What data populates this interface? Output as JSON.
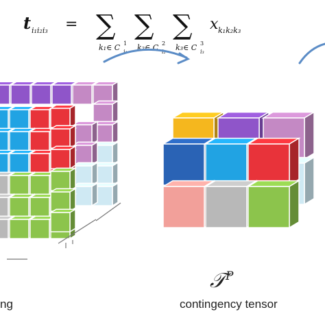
{
  "formula": {
    "lhs": "t",
    "lhs_sub": "i₁i₂i₃",
    "equals": "=",
    "sum_symbol": "∑",
    "sum1_under": "k₁∈ C",
    "sum1_sup": "1",
    "sum1_sub": "i₁",
    "sum2_under": "k₂∈ C",
    "sum2_sup": "2",
    "sum2_sub": "i₂",
    "sum3_under": "k₃∈ C",
    "sum3_sup": "3",
    "sum3_sub": "i₃",
    "rhs": "x",
    "rhs_sub": "k₁k₂k₃"
  },
  "left_caption": "ng",
  "right_symbol": "𝒯",
  "right_symbol_sup": "P",
  "right_caption": "contingency tensor",
  "colors": {
    "arrow": "#5b8cc6",
    "orange": "#f5b71e",
    "purple": "#8f55c9",
    "pink": "#c489c4",
    "dark_blue": "#2a63b5",
    "sky_blue": "#21a3e3",
    "red": "#e8333a",
    "salmon": "#f2a09a",
    "gray": "#b8b8b8",
    "green": "#8cc44c",
    "light_cyan": "#cfe9f3"
  }
}
